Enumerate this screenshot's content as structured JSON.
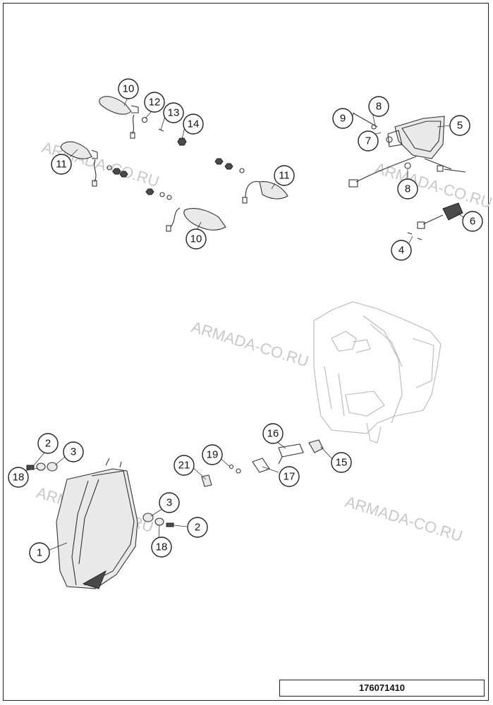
{
  "watermark": "ARMADA-CO.RU",
  "drawing_number": "176071410",
  "callouts": {
    "c1": "1",
    "c2a": "2",
    "c2b": "2",
    "c3a": "3",
    "c3b": "3",
    "c4": "4",
    "c5": "5",
    "c6": "6",
    "c7": "7",
    "c8a": "8",
    "c8b": "8",
    "c9": "9",
    "c10a": "10",
    "c10b": "10",
    "c11a": "11",
    "c11b": "11",
    "c12": "12",
    "c13": "13",
    "c14": "14",
    "c15": "15",
    "c16": "16",
    "c17": "17",
    "c18a": "18",
    "c18b": "18",
    "c19": "19",
    "c21": "21"
  }
}
